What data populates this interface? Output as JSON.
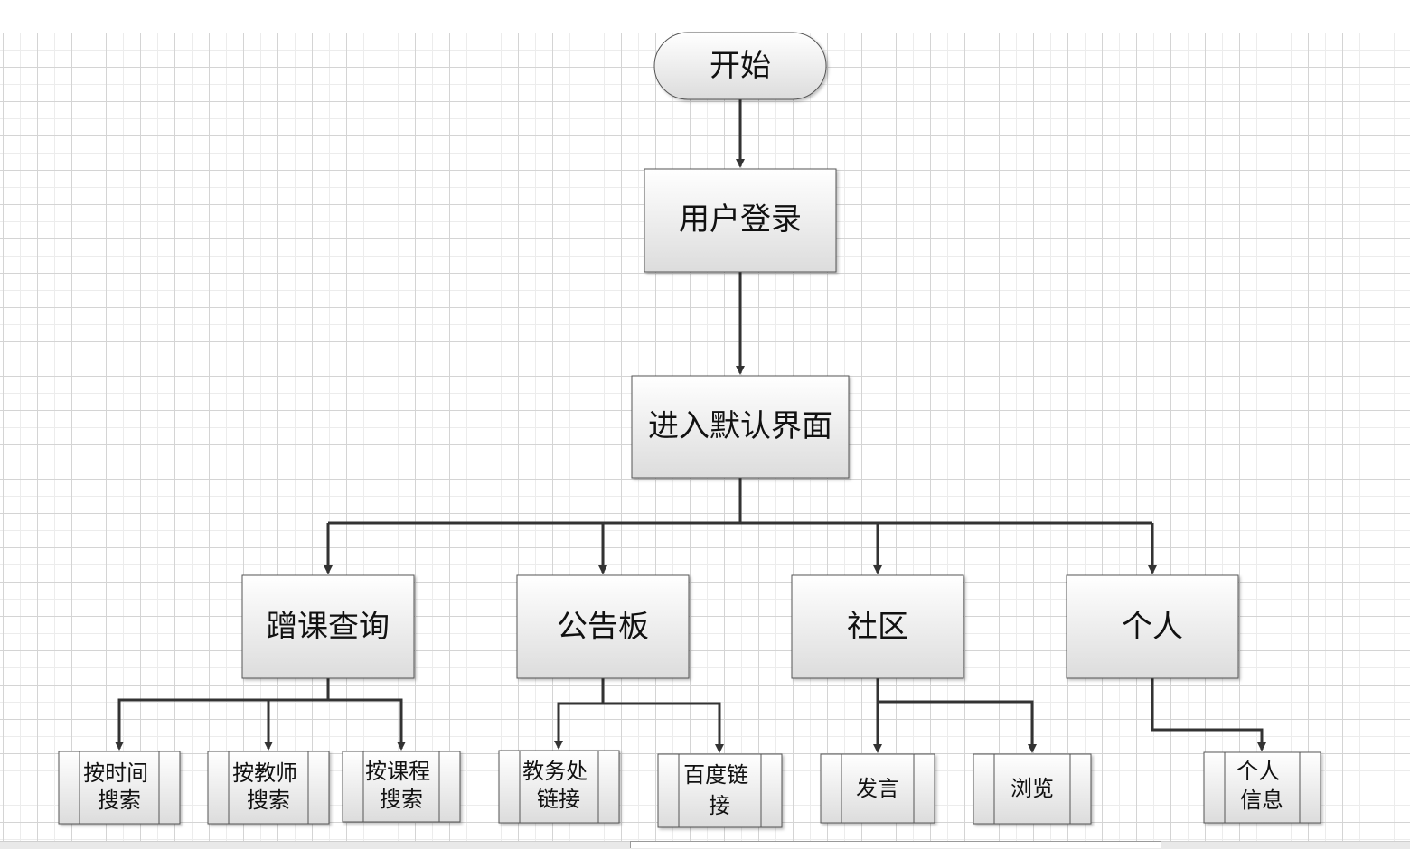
{
  "diagram": {
    "start": "开始",
    "login": "用户登录",
    "home": "进入默认界面",
    "modules": [
      {
        "id": "m1",
        "label": "蹭课查询"
      },
      {
        "id": "m2",
        "label": "公告板"
      },
      {
        "id": "m3",
        "label": "社区"
      },
      {
        "id": "m4",
        "label": "个人"
      }
    ],
    "subprocesses": [
      {
        "id": "s1",
        "parent": "m1",
        "lines": [
          "按时间",
          "搜索"
        ]
      },
      {
        "id": "s2",
        "parent": "m1",
        "lines": [
          "按教师",
          "搜索"
        ]
      },
      {
        "id": "s3",
        "parent": "m1",
        "lines": [
          "按课程",
          "搜索"
        ]
      },
      {
        "id": "s4",
        "parent": "m2",
        "lines": [
          "教务处",
          "链接"
        ]
      },
      {
        "id": "s5",
        "parent": "m2",
        "lines": [
          "百度链",
          "接"
        ]
      },
      {
        "id": "s6",
        "parent": "m3",
        "lines": [
          "发言"
        ]
      },
      {
        "id": "s7",
        "parent": "m3",
        "lines": [
          "浏览"
        ]
      },
      {
        "id": "s8",
        "parent": "m4",
        "lines": [
          "个人",
          "信息"
        ]
      }
    ],
    "colors": {
      "line": "#333333",
      "box_top": "#ffffff",
      "box_bottom": "#dcdcdc",
      "border": "#555555"
    }
  }
}
